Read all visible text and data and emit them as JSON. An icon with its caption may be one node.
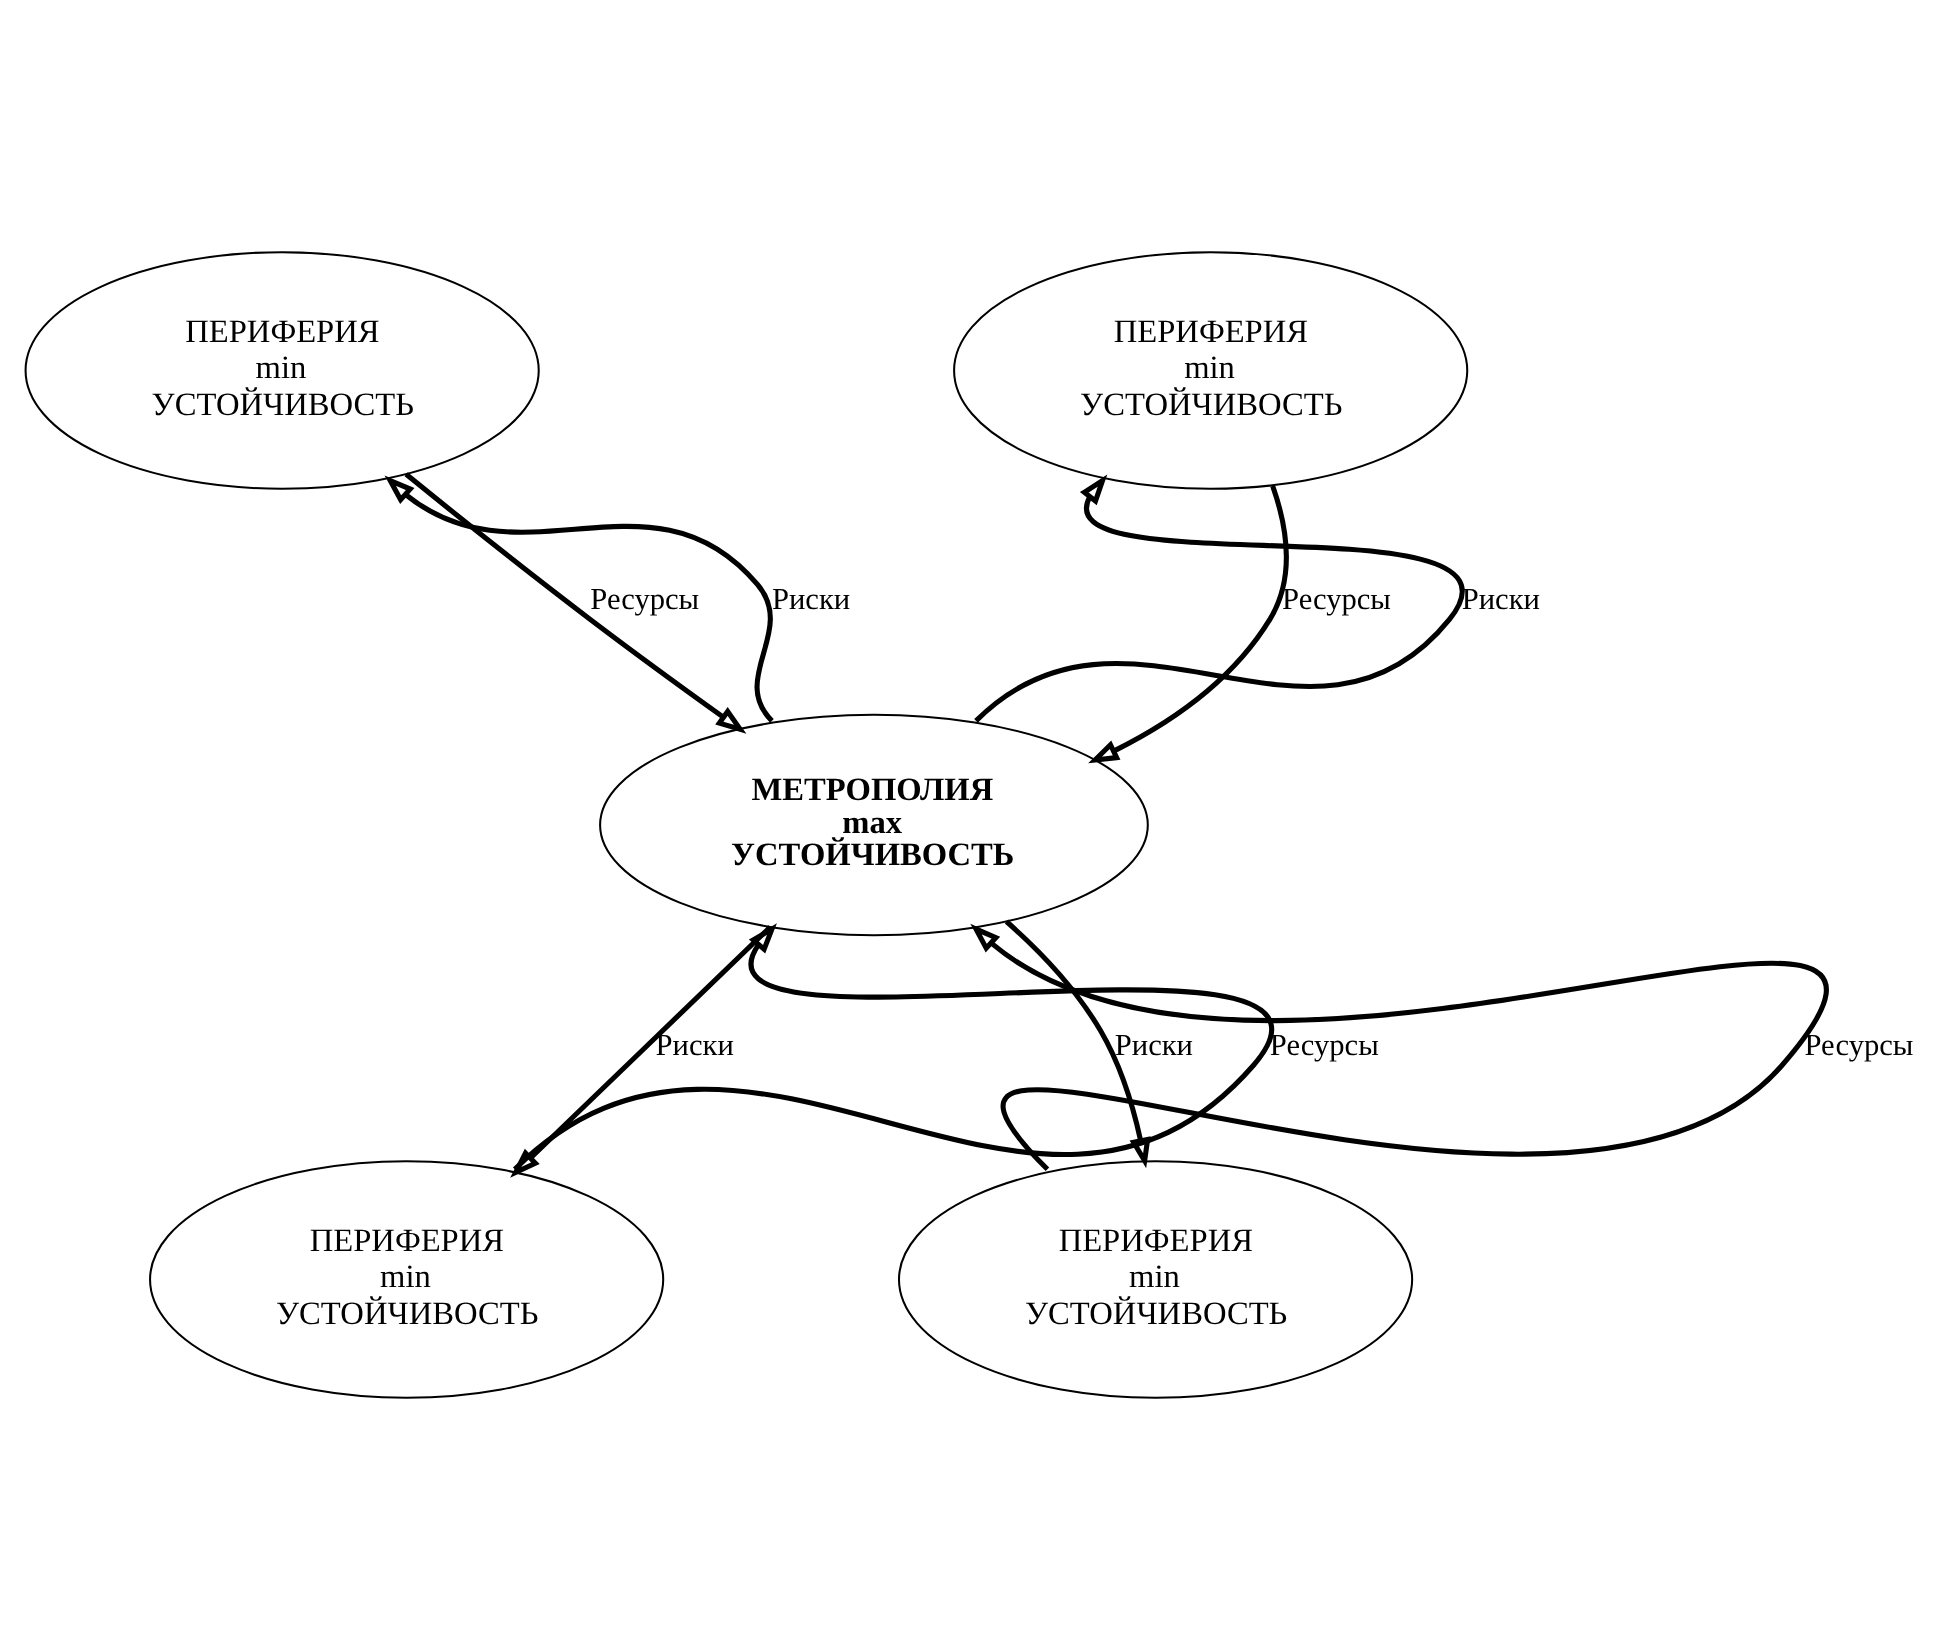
{
  "diagram": {
    "nodes": [
      {
        "text": [
          "ПЕРИФЕРИЯ",
          "min",
          "УСТОЙЧИВОСТЬ"
        ]
      },
      {
        "text": [
          "ПЕРИФЕРИЯ",
          "min",
          "УСТОЙЧИВОСТЬ"
        ]
      },
      {
        "text": [
          "МЕТРОПОЛИЯ",
          "max",
          "УСТОЙЧИВОСТЬ"
        ]
      },
      {
        "text": [
          "ПЕРИФЕРИЯ",
          "min",
          "УСТОЙЧИВОСТЬ"
        ]
      },
      {
        "text": [
          "ПЕРИФЕРИЯ",
          "min",
          "УСТОЙЧИВОСТЬ"
        ]
      }
    ],
    "edges": [
      {
        "from": 2,
        "to": 0,
        "arrow": "to",
        "label": "Риски"
      },
      {
        "from": 0,
        "to": 2,
        "arrow": "to",
        "label": "Ресурсы"
      },
      {
        "from": 1,
        "to": 2,
        "arrow": "to",
        "label": "Ресурсы"
      },
      {
        "from": 2,
        "to": 1,
        "arrow": "to",
        "label": "Риски"
      },
      {
        "from": 2,
        "to": 3,
        "arrow": "to",
        "label": "Риски"
      },
      {
        "from": 3,
        "to": 2,
        "arrow": "to",
        "label": "Ресурсы"
      },
      {
        "from": 2,
        "to": 4,
        "arrow": "to",
        "label": "Риски"
      },
      {
        "from": 4,
        "to": 2,
        "arrow": "to",
        "label": "Ресурсы"
      }
    ]
  }
}
